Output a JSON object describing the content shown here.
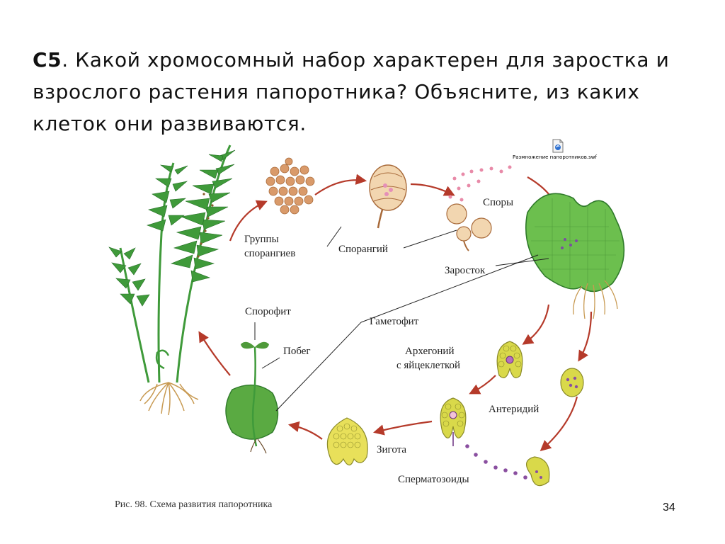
{
  "slide": {
    "question_number": "С5",
    "question_text": ". Какой хромосомный набор характерен для заростка и взрослого растения папоротника? Объясните, из каких клеток они развиваются.",
    "slide_number": "34"
  },
  "embedded_file": {
    "name": "Размножение папоротников.swf",
    "icon": "flash-file-icon"
  },
  "diagram": {
    "labels": {
      "sorus_groups_1": "Группы",
      "sorus_groups_2": "спорангиев",
      "sporangium": "Спорангий",
      "spores": "Споры",
      "prothallus": "Заросток",
      "sporophyte": "Спорофит",
      "gametophyte": "Гаметофит",
      "shoot": "Побег",
      "archegonium_1": "Архегоний",
      "archegonium_2": "с яйцеклеткой",
      "antheridium": "Антеридий",
      "zygote": "Зигота",
      "spermatozoids": "Сперматозоиды"
    },
    "caption": "Рис. 98. Схема развития папоротника"
  },
  "colors": {
    "arrow": "#b53a2a",
    "leaf": "#3f9a3a",
    "leaf_dark": "#256e25",
    "spore": "#d99a6a",
    "cell": "#d9d94a",
    "purple": "#8a4fa0"
  }
}
